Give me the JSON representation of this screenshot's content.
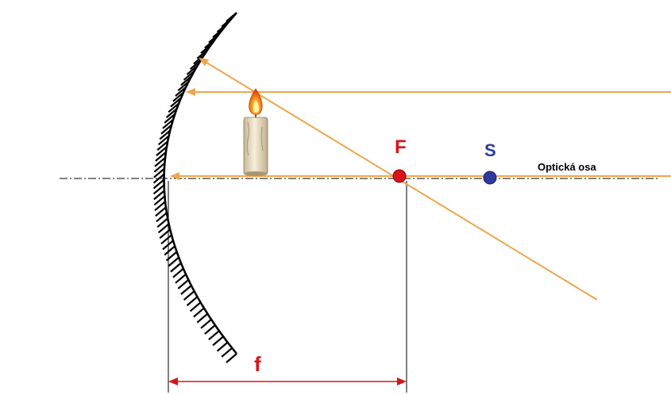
{
  "labels": {
    "focus": "F",
    "center": "S",
    "axis": "Optická osa",
    "focal_length": "f"
  },
  "colors": {
    "ray": "#f0a54c",
    "focus_point": "#d8141a",
    "center_point": "#2e3a9c",
    "dimension": "#d8141a",
    "mirror_hatch": "#000000",
    "axis": "#000000"
  },
  "icons": {
    "object": "candle-icon"
  }
}
